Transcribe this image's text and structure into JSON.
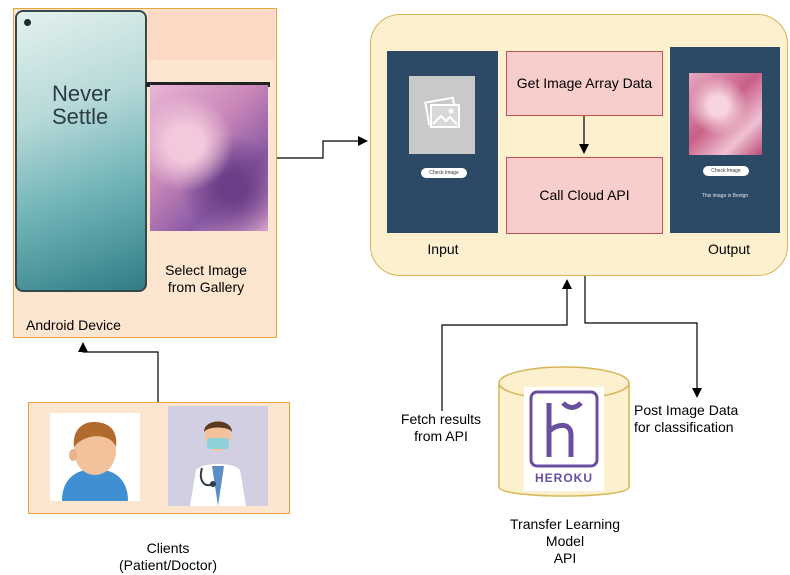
{
  "android": {
    "device_label": "Android Device",
    "phone_text": "Never\nSettle",
    "select_image_label": "Select Image\nfrom Gallery"
  },
  "cloud": {
    "input_label": "Input",
    "output_label": "Output",
    "check_button": "Check Image",
    "output_caption": "This image is Benign",
    "get_image_box": "Get Image Array Data",
    "call_api_box": "Call Cloud API"
  },
  "clients": {
    "label": "Clients\n(Patient/Doctor)"
  },
  "heroku": {
    "logo_text": "HEROKU",
    "model_label": "Transfer Learning\nModel\nAPI"
  },
  "flows": {
    "fetch_results": "Fetch results\nfrom API",
    "post_image": "Post Image Data\nfor classification"
  },
  "colors": {
    "android_panel": "#fde6cf",
    "cloud_panel": "#fdf0cf",
    "dark_panel": "#2c4a66",
    "pink_box": "#f8cecc",
    "heroku_purple": "#6a4fa0"
  }
}
